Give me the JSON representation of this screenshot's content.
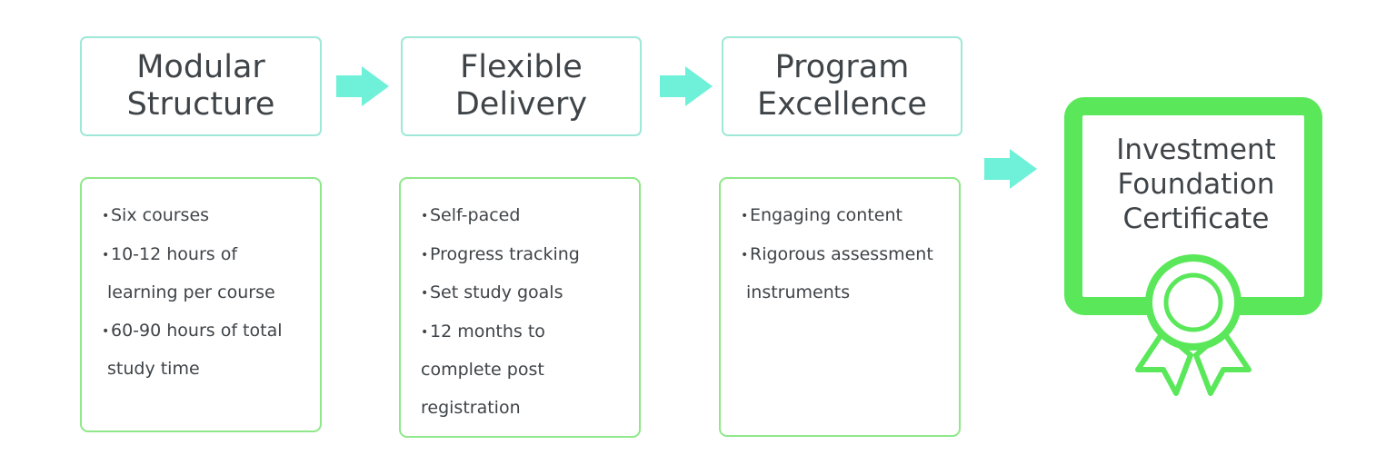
{
  "stages": [
    {
      "title_lines": [
        "Modular",
        "Structure"
      ],
      "bullets": [
        [
          "Six courses"
        ],
        [
          "10-12 hours of",
          "learning per course"
        ],
        [
          "60-90 hours of total",
          "study time"
        ]
      ]
    },
    {
      "title_lines": [
        "Flexible",
        "Delivery"
      ],
      "bullets": [
        [
          "Self-paced"
        ],
        [
          "Progress tracking"
        ],
        [
          "Set study goals"
        ],
        [
          "12 months to",
          "complete post",
          "registration"
        ]
      ]
    },
    {
      "title_lines": [
        "Program",
        "Excellence"
      ],
      "bullets": [
        [
          "Engaging content"
        ],
        [
          "Rigorous assessment",
          "instruments"
        ]
      ]
    }
  ],
  "outcome": {
    "title_lines": [
      "Investment",
      "Foundation",
      "Certificate"
    ],
    "icon": "certificate-ribbon-icon"
  },
  "colors": {
    "header_border": "#9fe8d8",
    "detail_border": "#8fe88a",
    "arrow": "#6ff0d8",
    "certificate": "#5ae85a",
    "text": "#3f4448"
  }
}
